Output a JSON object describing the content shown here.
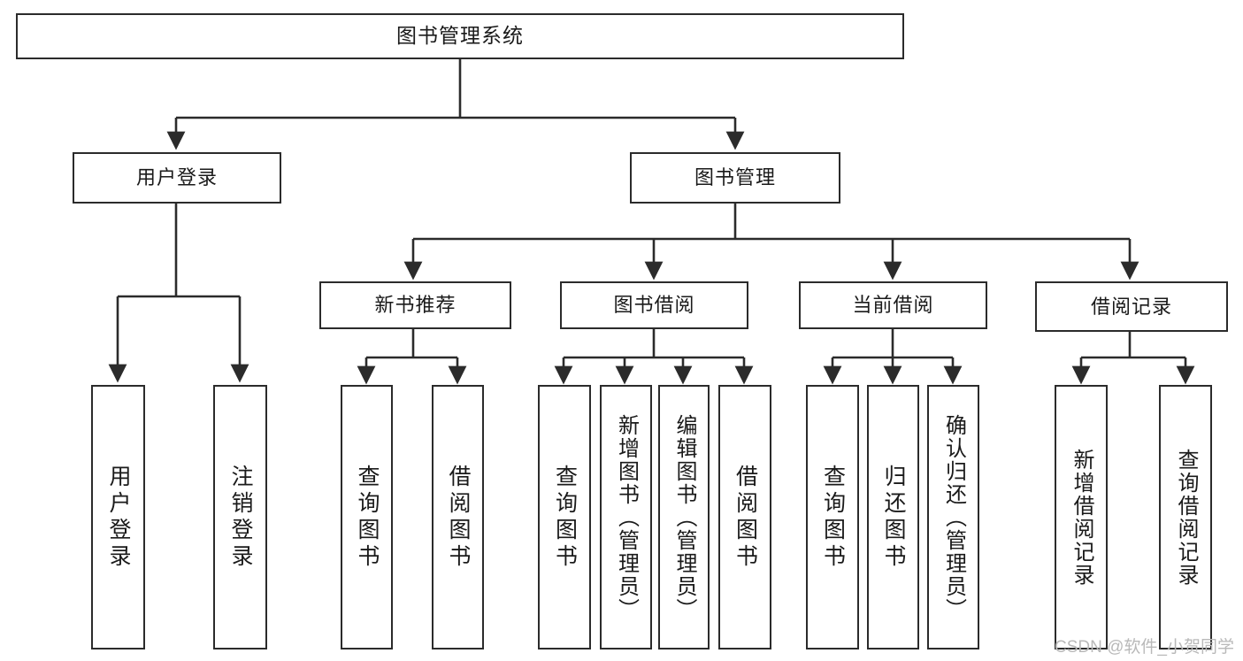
{
  "diagram": {
    "title": "图书管理系统",
    "type": "tree-hierarchy-chart",
    "watermark": "CSDN @软件_小贺同学",
    "colors": {
      "background": "#ffffff",
      "node_border": "#2b2b2b",
      "node_fill": "#ffffff",
      "edge": "#2b2b2b",
      "text": "#1a1a1a",
      "watermark": "#b9b9b9"
    },
    "nodes": {
      "root": {
        "label": "图书管理系统"
      },
      "level2": [
        {
          "label": "用户登录"
        },
        {
          "label": "图书管理"
        }
      ],
      "level3": [
        {
          "label": "新书推荐"
        },
        {
          "label": "图书借阅"
        },
        {
          "label": "当前借阅"
        },
        {
          "label": "借阅记录"
        }
      ],
      "leaves": {
        "user_login": [
          {
            "label": "用户登录"
          },
          {
            "label": "注销登录"
          }
        ],
        "new_book_recommend": [
          {
            "label": "查询图书"
          },
          {
            "label": "借阅图书"
          }
        ],
        "book_borrow": [
          {
            "label": "查询图书"
          },
          {
            "label": "新增图书（管理员）"
          },
          {
            "label": "编辑图书（管理员）"
          },
          {
            "label": "借阅图书"
          }
        ],
        "current_borrow": [
          {
            "label": "查询图书"
          },
          {
            "label": "归还图书"
          },
          {
            "label": "确认归还（管理员）"
          }
        ],
        "borrow_record": [
          {
            "label": "新增借阅记录"
          },
          {
            "label": "查询借阅记录"
          }
        ]
      }
    }
  }
}
